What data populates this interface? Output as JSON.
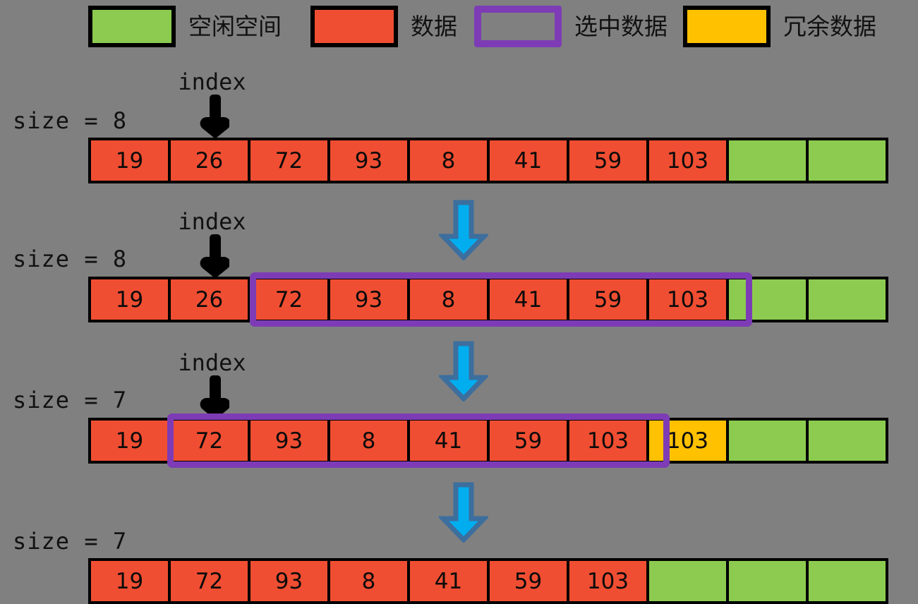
{
  "colors": {
    "background": "#808080",
    "free_space": "#8CCB50",
    "data": "#F04E32",
    "selected_outline": "#7D3CB5",
    "redundant": "#FFC100",
    "flow_arrow": "#00AEEF",
    "flow_arrow_outline": "#3C6E9E",
    "cell_border": "#000000"
  },
  "legend": {
    "items": [
      {
        "key": "free",
        "label": "空闲空间",
        "icon": "green-square-icon"
      },
      {
        "key": "data",
        "label": "数据",
        "icon": "red-square-icon"
      },
      {
        "key": "selected",
        "label": "选中数据",
        "icon": "purple-outline-square-icon"
      },
      {
        "key": "redundant",
        "label": "冗余数据",
        "icon": "yellow-square-icon"
      }
    ]
  },
  "stages": [
    {
      "id": "stage-1",
      "size_label": "size = 8",
      "index_label": "index",
      "index_cell": 1,
      "selection": null,
      "cells": [
        {
          "value": "19",
          "type": "data"
        },
        {
          "value": "26",
          "type": "data"
        },
        {
          "value": "72",
          "type": "data"
        },
        {
          "value": "93",
          "type": "data"
        },
        {
          "value": "8",
          "type": "data"
        },
        {
          "value": "41",
          "type": "data"
        },
        {
          "value": "59",
          "type": "data"
        },
        {
          "value": "103",
          "type": "data"
        },
        {
          "value": "",
          "type": "free"
        },
        {
          "value": "",
          "type": "free"
        }
      ]
    },
    {
      "id": "stage-2",
      "size_label": "size = 8",
      "index_label": "index",
      "index_cell": 1,
      "selection": {
        "start": 2,
        "end": 7
      },
      "cells": [
        {
          "value": "19",
          "type": "data"
        },
        {
          "value": "26",
          "type": "data"
        },
        {
          "value": "72",
          "type": "data"
        },
        {
          "value": "93",
          "type": "data"
        },
        {
          "value": "8",
          "type": "data"
        },
        {
          "value": "41",
          "type": "data"
        },
        {
          "value": "59",
          "type": "data"
        },
        {
          "value": "103",
          "type": "data"
        },
        {
          "value": "",
          "type": "free"
        },
        {
          "value": "",
          "type": "free"
        }
      ]
    },
    {
      "id": "stage-3",
      "size_label": "size = 7",
      "index_label": "index",
      "index_cell": 1,
      "selection": {
        "start": 1,
        "end": 6
      },
      "cells": [
        {
          "value": "19",
          "type": "data"
        },
        {
          "value": "72",
          "type": "data"
        },
        {
          "value": "93",
          "type": "data"
        },
        {
          "value": "8",
          "type": "data"
        },
        {
          "value": "41",
          "type": "data"
        },
        {
          "value": "59",
          "type": "data"
        },
        {
          "value": "103",
          "type": "data"
        },
        {
          "value": "103",
          "type": "redundant"
        },
        {
          "value": "",
          "type": "free"
        },
        {
          "value": "",
          "type": "free"
        }
      ]
    },
    {
      "id": "stage-4",
      "size_label": "size = 7",
      "index_label": null,
      "index_cell": null,
      "selection": null,
      "cells": [
        {
          "value": "19",
          "type": "data"
        },
        {
          "value": "72",
          "type": "data"
        },
        {
          "value": "93",
          "type": "data"
        },
        {
          "value": "8",
          "type": "data"
        },
        {
          "value": "41",
          "type": "data"
        },
        {
          "value": "59",
          "type": "data"
        },
        {
          "value": "103",
          "type": "data"
        },
        {
          "value": "",
          "type": "free"
        },
        {
          "value": "",
          "type": "free"
        },
        {
          "value": "",
          "type": "free"
        }
      ]
    }
  ],
  "flow_arrows": 3
}
